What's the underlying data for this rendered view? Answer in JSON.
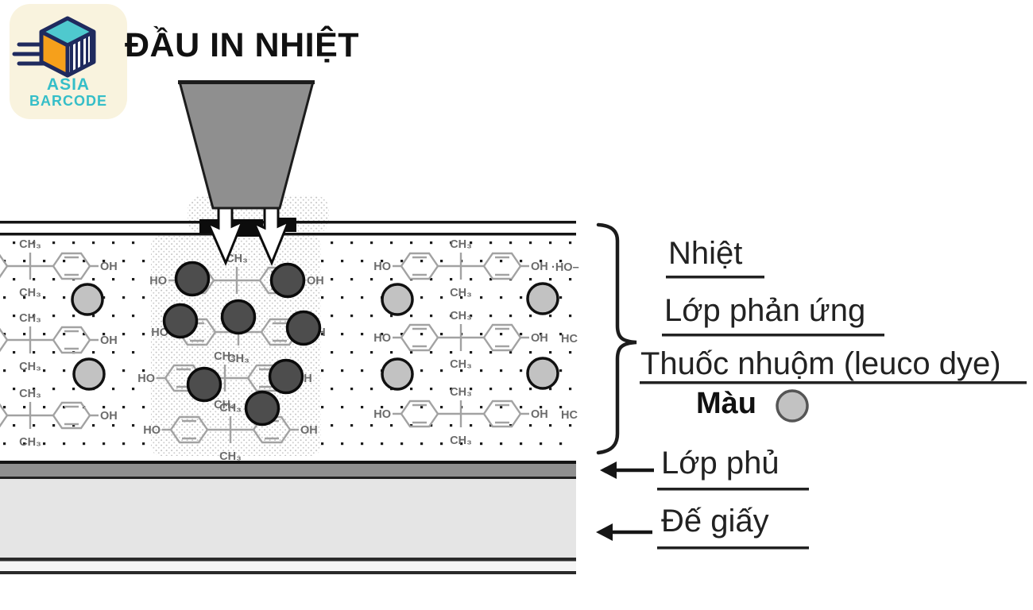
{
  "logo": {
    "line1": "ASIA",
    "line2": "BARCODE"
  },
  "title": "ĐẦU IN NHIỆT",
  "labels": {
    "heat": "Nhiệt",
    "reaction": "Lớp phản ứng",
    "dye": "Thuốc nhuộm (leuco dye)",
    "color": "Màu",
    "coating": "Lớp phủ",
    "base": "Đế giấy"
  },
  "molecules": {
    "ch3": "CH₃",
    "ho": "HO",
    "oh": "OH",
    "hc": "HC",
    "ho_partial": "·HO–"
  },
  "colors": {
    "head": "#8f8f8f",
    "coating": "#8f8f8f",
    "base_layer": "#e5e5e5",
    "dark_dye": "#4d4d4d",
    "light_dye": "#c2c2c2",
    "ink": "#1c1c1c",
    "logo_bg": "#f9f3de",
    "logo_teal": "#35bec8",
    "logo_orange": "#f6a01b",
    "logo_navy": "#1f2a5e"
  }
}
